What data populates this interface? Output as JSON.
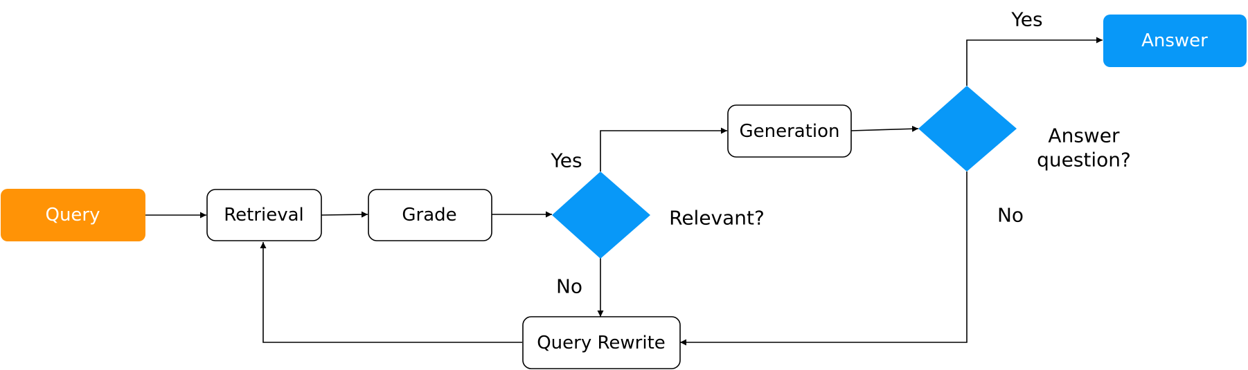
{
  "diagram": {
    "nodes": {
      "query": "Query",
      "retrieval": "Retrieval",
      "grade": "Grade",
      "relevant_decision": "",
      "generation": "Generation",
      "answer_decision": "",
      "answer": "Answer",
      "query_rewrite": "Query Rewrite"
    },
    "labels": {
      "relevant_question": "Relevant?",
      "relevant_yes": "Yes",
      "relevant_no": "No",
      "answer_question_line1": "Answer",
      "answer_question_line2": "question?",
      "answer_yes": "Yes",
      "answer_no": "No"
    },
    "colors": {
      "query_fill": "#FF9306",
      "blue_fill": "#0898F8",
      "box_stroke": "#000000",
      "box_fill": "#FFFFFF",
      "light_text": "#FFFFFF",
      "dark_text": "#000000"
    }
  }
}
